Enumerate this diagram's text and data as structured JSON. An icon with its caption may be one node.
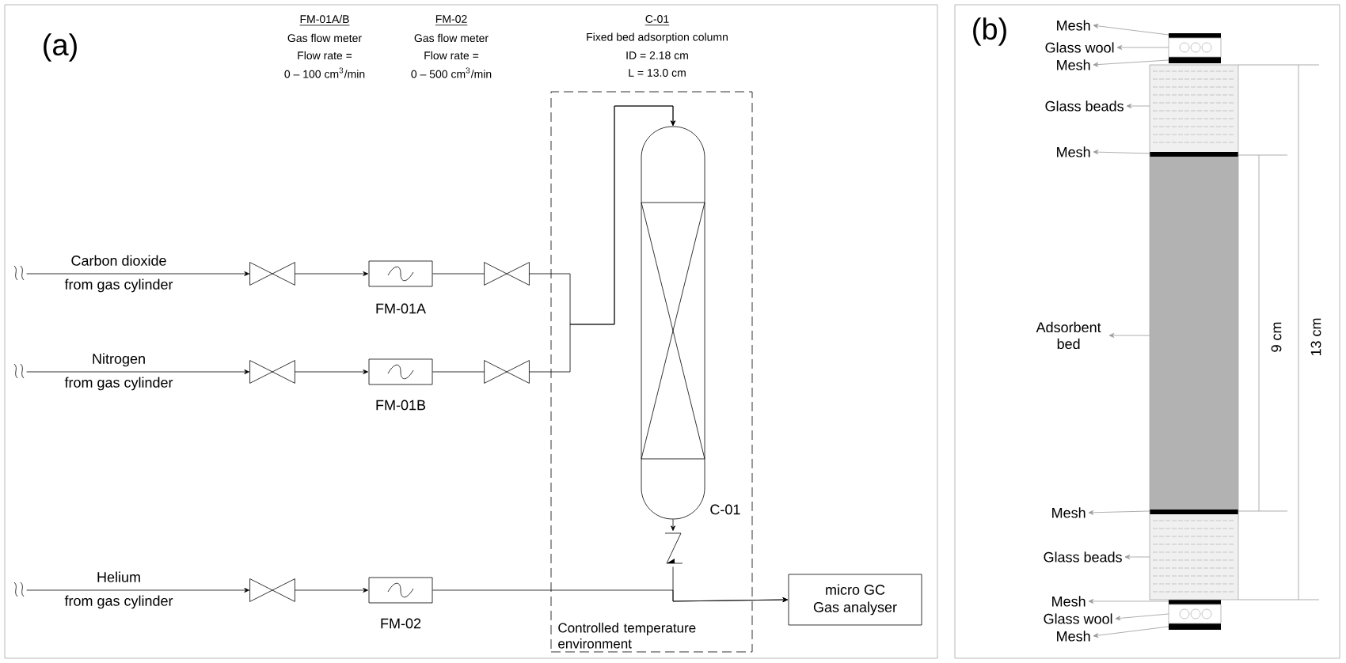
{
  "diagram": {
    "nodes": [
      {
        "text": [
          "Carbon dioxide",
          "from gas cylinder"
        ]
      },
      {
        "text": [],
        "shape": "valve"
      },
      {
        "text": [],
        "shape": "box",
        "beside": [
          "FM-01A"
        ]
      },
      {
        "text": [],
        "shape": "valve"
      },
      {
        "text": [
          "Nitrogen",
          "from gas cylinder"
        ]
      },
      {
        "text": [],
        "shape": "valve"
      },
      {
        "text": [],
        "shape": "box",
        "beside": [
          "FM-01B"
        ]
      },
      {
        "text": [],
        "shape": "valve"
      },
      {
        "text": [
          "Helium",
          "from gas cylinder"
        ]
      },
      {
        "text": [],
        "shape": "valve"
      },
      {
        "text": [],
        "shape": "box",
        "beside": [
          "FM-02"
        ]
      },
      {
        "text": [
          "Controlled temperature environment"
        ]
      },
      {
        "text": [],
        "shape": "cylinder",
        "beside": [
          "C-01"
        ],
        "in": 11
      },
      {
        "text": [],
        "shape": "check-valve",
        "in": 11
      },
      {
        "text": [
          "micro GC",
          "Gas analyser"
        ]
      },
      {
        "text": [
          "Mesh"
        ]
      },
      {
        "text": [
          "Glass wool"
        ]
      },
      {
        "text": [
          "Mesh"
        ]
      },
      {
        "text": [
          "Glass beads"
        ]
      },
      {
        "text": [
          "Mesh"
        ]
      },
      {
        "text": [
          "Adsorbent bed"
        ]
      },
      {
        "text": [
          "Mesh"
        ]
      },
      {
        "text": [
          "Glass beads"
        ]
      },
      {
        "text": [
          "Mesh"
        ]
      },
      {
        "text": [
          "Glass wool"
        ]
      },
      {
        "text": [
          "Mesh"
        ]
      },
      {
        "text": [],
        "shape": "column"
      }
    ],
    "edges": [
      {
        "from": 0,
        "to": 1,
        "arrow": "to"
      },
      {
        "from": 1,
        "to": 2,
        "arrow": "to"
      },
      {
        "from": 2,
        "to": 3,
        "arrow": "none"
      },
      {
        "from": 3,
        "to": 12,
        "arrow": "to"
      },
      {
        "from": 4,
        "to": 5,
        "arrow": "to"
      },
      {
        "from": 5,
        "to": 6,
        "arrow": "to"
      },
      {
        "from": 6,
        "to": 7,
        "arrow": "none"
      },
      {
        "from": 7,
        "to": 12,
        "arrow": "to"
      },
      {
        "from": 8,
        "to": 9,
        "arrow": "to"
      },
      {
        "from": 9,
        "to": 10,
        "arrow": "to"
      },
      {
        "from": 10,
        "to": 14,
        "arrow": "to"
      },
      {
        "from": 12,
        "to": 13,
        "arrow": "to"
      },
      {
        "from": 13,
        "to": 14,
        "arrow": "to"
      },
      {
        "from": 26,
        "to": 15,
        "arrow": "to",
        "color": "#999999"
      },
      {
        "from": 26,
        "to": 16,
        "arrow": "to",
        "color": "#999999"
      },
      {
        "from": 26,
        "to": 17,
        "arrow": "to",
        "color": "#999999"
      },
      {
        "from": 26,
        "to": 18,
        "arrow": "to",
        "color": "#999999"
      },
      {
        "from": 26,
        "to": 19,
        "arrow": "to",
        "color": "#999999"
      },
      {
        "from": 26,
        "to": 20,
        "arrow": "to",
        "color": "#999999"
      },
      {
        "from": 26,
        "to": 21,
        "arrow": "to",
        "color": "#999999"
      },
      {
        "from": 26,
        "to": 22,
        "arrow": "to",
        "color": "#999999"
      },
      {
        "from": 26,
        "to": 23,
        "arrow": "to",
        "color": "#999999"
      },
      {
        "from": 26,
        "to": 24,
        "arrow": "to",
        "color": "#999999"
      },
      {
        "from": 26,
        "to": 25,
        "arrow": "to",
        "color": "#999999"
      }
    ],
    "labels": [
      "(a)",
      "FM-01A/B",
      "Gas flow meter",
      "Flow rate =",
      "0 – 100 cm$^{3}$/min",
      "FM-02",
      "Gas flow meter",
      "Flow rate =",
      "0 – 500 cm$^{3}$/min",
      "C-01",
      "Fixed bed adsorption column",
      "ID = 2.18 cm",
      "L  = 13.0 cm",
      "(b)",
      "9 cm",
      "13 cm"
    ]
  }
}
